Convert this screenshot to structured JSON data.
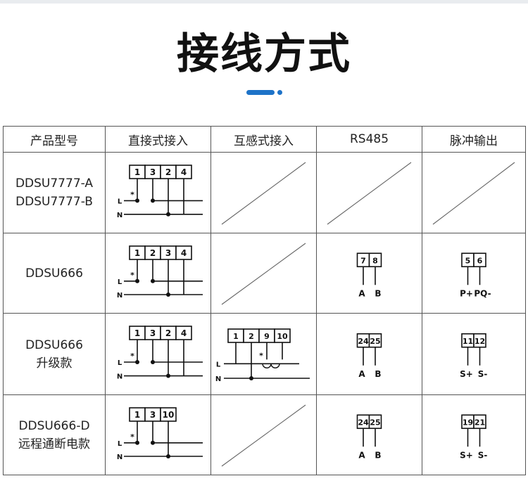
{
  "title": "接线方式",
  "table": {
    "headers": [
      "产品型号",
      "直接式接入",
      "互感式接入",
      "RS485",
      "脉冲输出"
    ],
    "rows": [
      {
        "model": [
          "DDSU7777-A",
          "DDSU7777-B"
        ],
        "direct": {
          "terminals": [
            "1",
            "3",
            "2",
            "4"
          ],
          "line_labels": [
            "L",
            "N"
          ],
          "star": "*"
        },
        "transformer": null,
        "rs485": null,
        "pulse": null
      },
      {
        "model": [
          "DDSU666"
        ],
        "direct": {
          "terminals": [
            "1",
            "2",
            "3",
            "4"
          ],
          "line_labels": [
            "L",
            "N"
          ],
          "star": "*"
        },
        "transformer": null,
        "rs485": {
          "terminals": [
            "7",
            "8"
          ],
          "labels": [
            "A",
            "B"
          ]
        },
        "pulse": {
          "terminals": [
            "5",
            "6"
          ],
          "labels": [
            "P+",
            "PQ-"
          ]
        }
      },
      {
        "model": [
          "DDSU666",
          "升级款"
        ],
        "direct": {
          "terminals": [
            "1",
            "3",
            "2",
            "4"
          ],
          "line_labels": [
            "L",
            "N"
          ],
          "star": "*"
        },
        "transformer": {
          "terminals": [
            "1",
            "2",
            "9",
            "10"
          ],
          "line_labels": [
            "L",
            "N"
          ],
          "star": "*"
        },
        "rs485": {
          "terminals": [
            "24",
            "25"
          ],
          "labels": [
            "A",
            "B"
          ]
        },
        "pulse": {
          "terminals": [
            "11",
            "12"
          ],
          "labels": [
            "S+",
            "S-"
          ]
        }
      },
      {
        "model": [
          "DDSU666-D",
          "远程通断电款"
        ],
        "direct": {
          "terminals": [
            "1",
            "3",
            "10"
          ],
          "line_labels": [
            "L",
            "N"
          ],
          "star": "*"
        },
        "transformer": null,
        "rs485": {
          "terminals": [
            "24",
            "25"
          ],
          "labels": [
            "A",
            "B"
          ]
        },
        "pulse": {
          "terminals": [
            "19",
            "21"
          ],
          "labels": [
            "S+",
            "S-"
          ]
        }
      }
    ]
  },
  "colors": {
    "accent": "#1e73c8",
    "border": "#555555"
  }
}
